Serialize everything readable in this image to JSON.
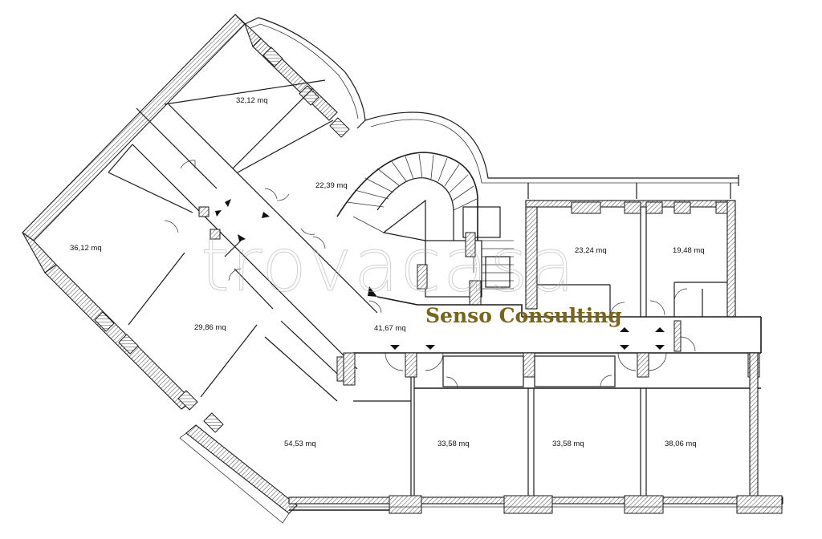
{
  "brand": {
    "text": "Senso Consulting",
    "color": "#7a6418"
  },
  "watermark": {
    "text": "trovacasa"
  },
  "rooms": [
    {
      "id": "r1",
      "label": "32,12 mq"
    },
    {
      "id": "r2",
      "label": "22,39 mq"
    },
    {
      "id": "r3",
      "label": "36,12 mq"
    },
    {
      "id": "r4",
      "label": "29,86 mq"
    },
    {
      "id": "r5",
      "label": "41,67 mq"
    },
    {
      "id": "r6",
      "label": "23,24 mq"
    },
    {
      "id": "r7",
      "label": "19,48 mq"
    },
    {
      "id": "r8",
      "label": "54,53 mq"
    },
    {
      "id": "r9",
      "label": "33,58 mq"
    },
    {
      "id": "r10",
      "label": "33,58 mq"
    },
    {
      "id": "r11",
      "label": "38,06 mq"
    }
  ]
}
